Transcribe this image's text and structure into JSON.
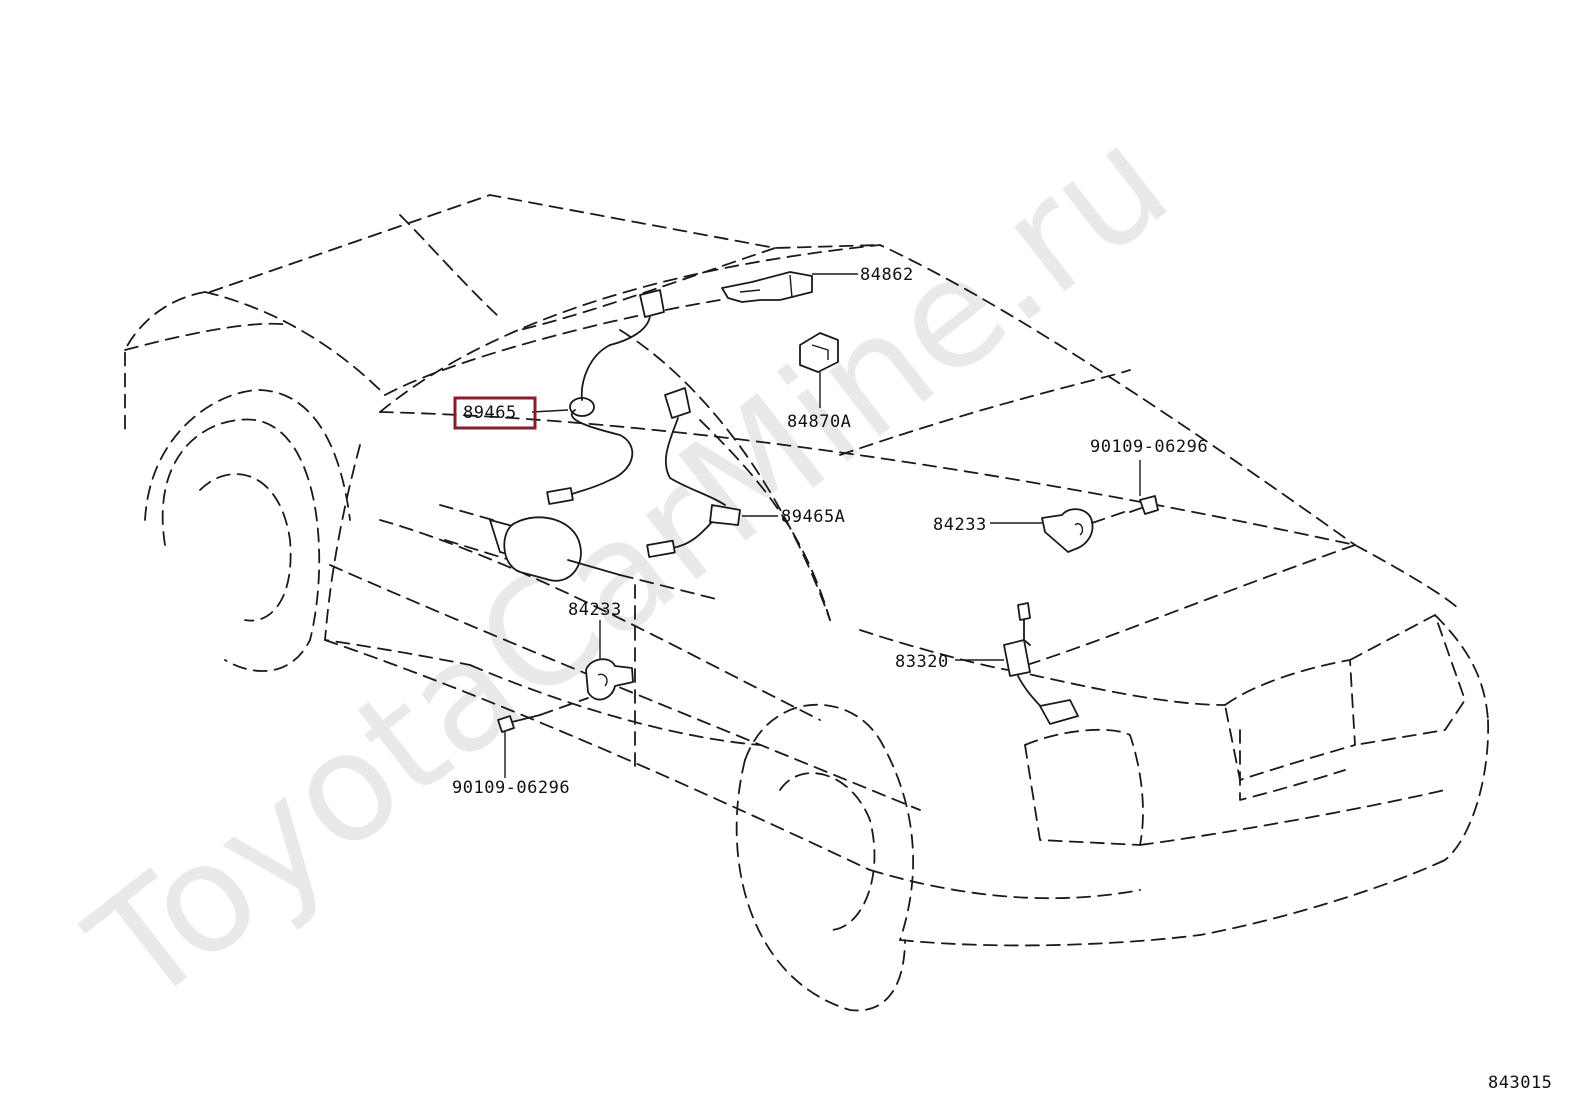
{
  "watermark": "ToyotaCarMine.ru",
  "diagram_code": "843015",
  "highlight_color": "#8b1a2b",
  "callouts": [
    {
      "id": "c-84862",
      "text": "84862",
      "highlighted": false
    },
    {
      "id": "c-84870a",
      "text": "84870A",
      "highlighted": false
    },
    {
      "id": "c-89465",
      "text": "89465",
      "highlighted": true
    },
    {
      "id": "c-89465a",
      "text": "89465A",
      "highlighted": false
    },
    {
      "id": "c-9010r",
      "text": "90109-06296",
      "highlighted": false
    },
    {
      "id": "c-84233r",
      "text": "84233",
      "highlighted": false
    },
    {
      "id": "c-84233l",
      "text": "84233",
      "highlighted": false
    },
    {
      "id": "c-83320",
      "text": "83320",
      "highlighted": false
    },
    {
      "id": "c-9010l",
      "text": "90109-06296",
      "highlighted": false
    }
  ]
}
